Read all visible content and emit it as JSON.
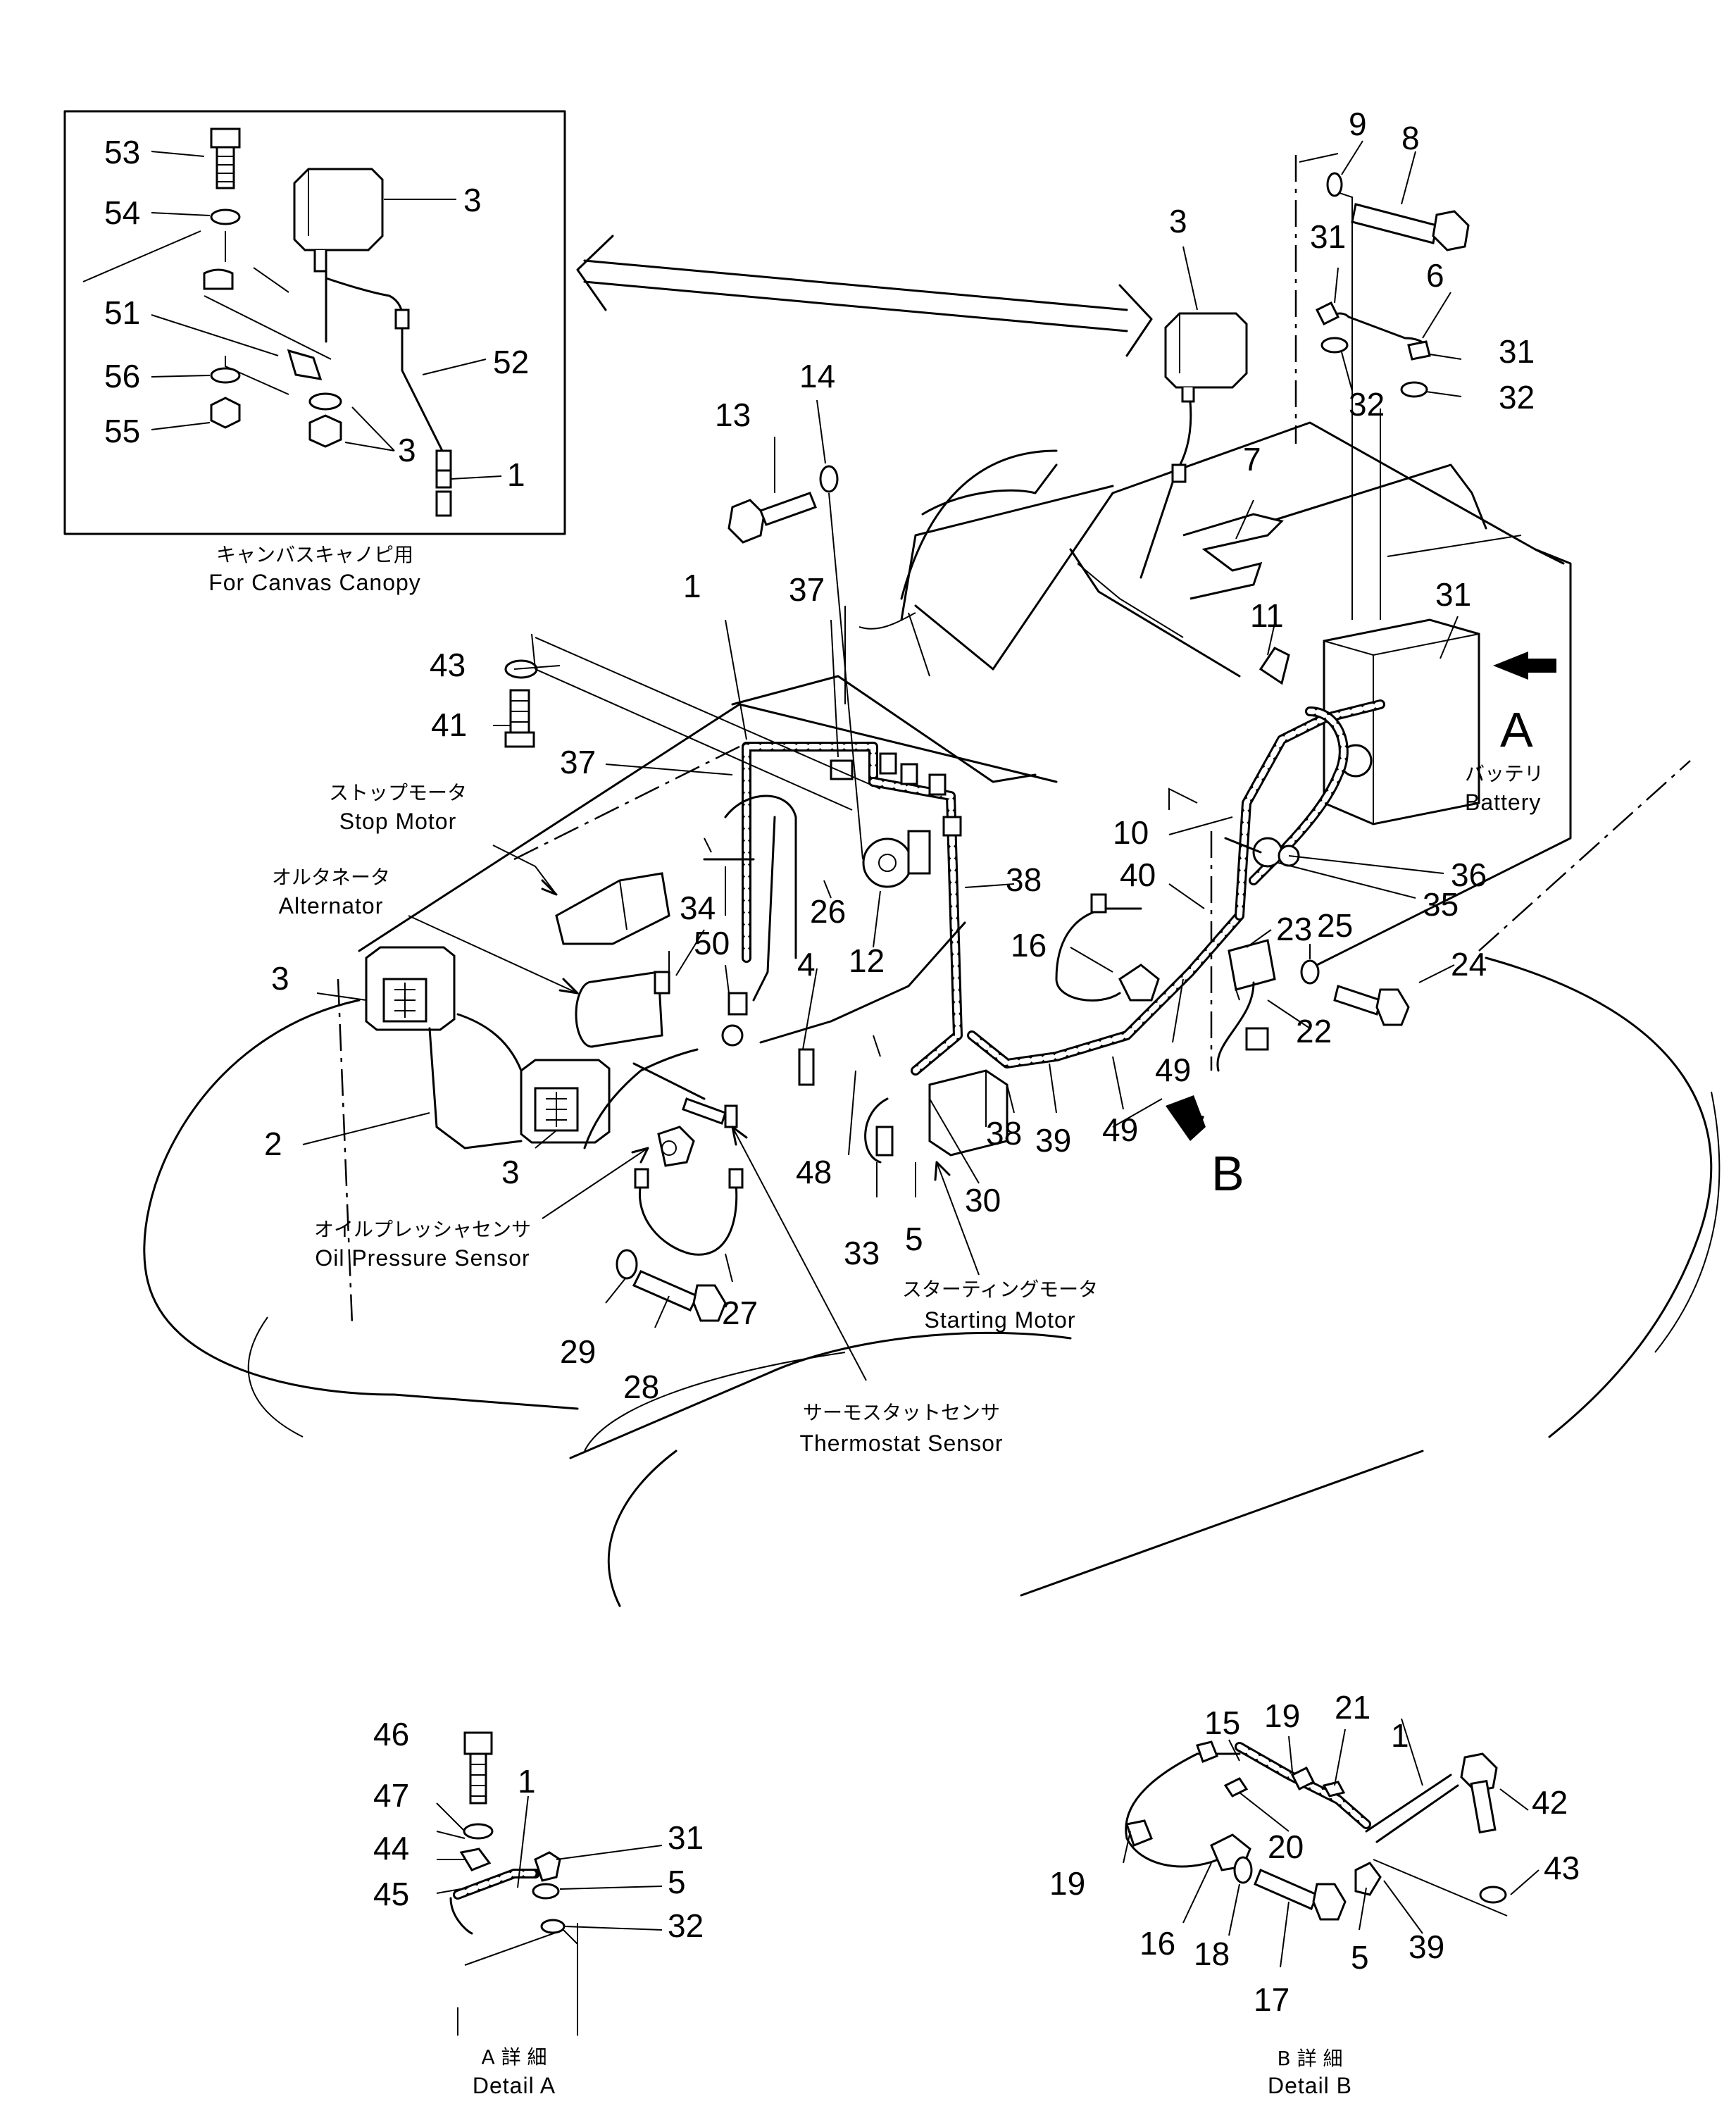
{
  "inset": {
    "caption_jp": "キャンバスキャノピ用",
    "caption_en": "For Canvas Canopy"
  },
  "labels": {
    "stop_motor_jp": "ストップモータ",
    "stop_motor_en": "Stop Motor",
    "alternator_jp": "オルタネータ",
    "alternator_en": "Alternator",
    "oil_sensor_jp": "オイルプレッシャセンサ",
    "oil_sensor_en": "Oil Pressure Sensor",
    "starting_motor_jp": "スターティングモータ",
    "starting_motor_en": "Starting Motor",
    "thermostat_jp": "サーモスタットセンサ",
    "thermostat_en": "Thermostat Sensor",
    "battery_jp": "バッテリ",
    "battery_en": "Battery",
    "view_a": "A",
    "view_b": "B"
  },
  "detail_a": {
    "title_jp": "A 詳 細",
    "title_en": "Detail A"
  },
  "detail_b": {
    "title_jp": "B 詳 細",
    "title_en": "Detail B"
  },
  "callouts": {
    "inset": [
      "53",
      "54",
      "51",
      "56",
      "55",
      "3",
      "52",
      "3",
      "1"
    ],
    "main": [
      "9",
      "8",
      "3",
      "31",
      "6",
      "31",
      "32",
      "32",
      "13",
      "14",
      "7",
      "31",
      "1",
      "37",
      "11",
      "43",
      "41",
      "37",
      "10",
      "36",
      "40",
      "35",
      "23",
      "25",
      "24",
      "22",
      "38",
      "16",
      "26",
      "12",
      "34",
      "50",
      "4",
      "3",
      "2",
      "3",
      "48",
      "33",
      "5",
      "30",
      "38",
      "39",
      "49",
      "49",
      "27",
      "29",
      "28"
    ],
    "detail_a": [
      "46",
      "1",
      "47",
      "44",
      "45",
      "31",
      "5",
      "32"
    ],
    "detail_b": [
      "15",
      "19",
      "21",
      "1",
      "42",
      "43",
      "20",
      "19",
      "16",
      "18",
      "17",
      "5",
      "39"
    ]
  }
}
